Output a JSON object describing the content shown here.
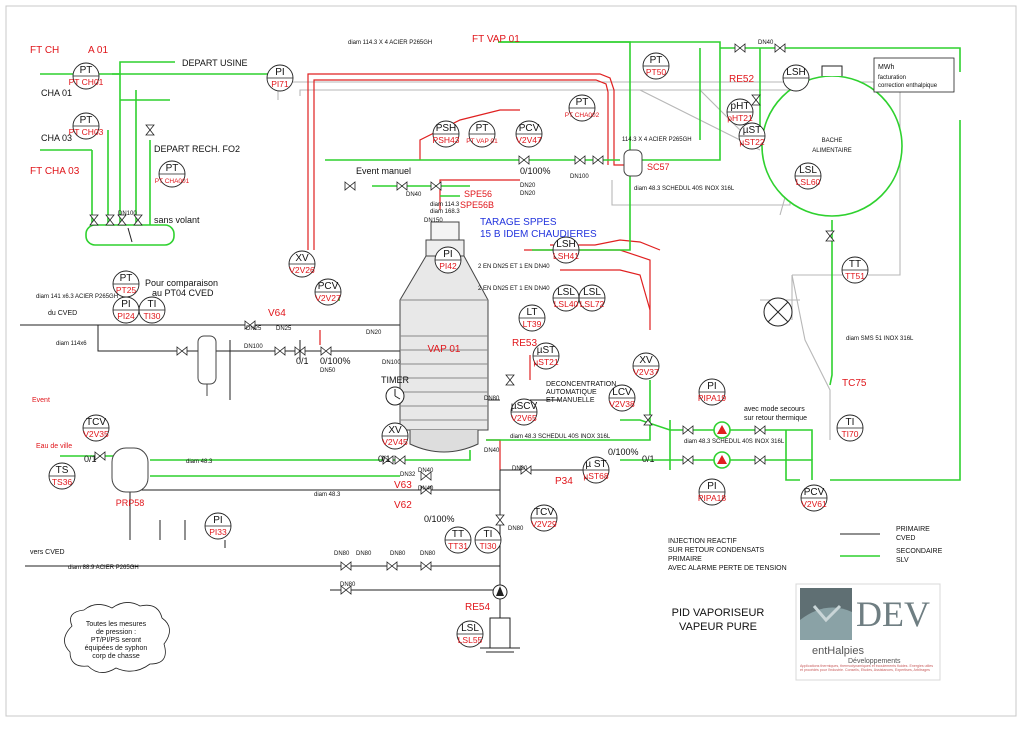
{
  "drawing": {
    "title_line1": "PID VAPORISEUR",
    "title_line2": "VAPEUR PURE"
  },
  "logo": {
    "letters": "DEV",
    "brand": "entHalpies",
    "brand_sub": "Développements",
    "tagline": "Applications thermiques, thermodynamiques et écoulements fluides. Energies utiles et procédés pour l'industrie. Conseils, Etudes, Assistances, Expertises, Arbitrages"
  },
  "legend": {
    "primary_label": "PRIMAIRE",
    "primary_sub": "CVED",
    "secondary_label": "SECONDAIRE",
    "secondary_sub": "SLV",
    "injection_note": [
      "INJECTION REACTIF",
      "SUR RETOUR CONDENSATS",
      "PRIMAIRE",
      "AVEC ALARME PERTE DE TENSION"
    ],
    "colors": {
      "primary": "#222222",
      "secondary": "#2fd12f",
      "steam": "#e02020",
      "utility": "#b7b7b7"
    }
  },
  "note": [
    "Toutes les mesures",
    "de pression :",
    "PT/PI/PS seront",
    "équipées de syphon",
    "corp de chasse"
  ],
  "headers": {
    "ft_ch": "FT CH",
    "a01": "A 01",
    "cha01": "CHA 01",
    "cha03": "CHA 03",
    "ft_cha03": "FT CHA 03",
    "ft_vap01": "FT VAP 01",
    "depart_usine": "DEPART USINE",
    "depart_rech": "DEPART RECH. FO2",
    "sans_volant": "sans volant",
    "event_manuel": "Event manuel",
    "tarage1": "TARAGE SPPES",
    "tarage2": "15 B IDEM CHAUDIERES",
    "comparaison1": "Pour comparaison",
    "comparaison2": "au PT04 CVED",
    "deconcentration1": "DECONCENTRATION",
    "deconcentration2": "AUTOMATIQUE",
    "deconcentration3": "ET MANUELLE",
    "timer": "TIMER",
    "event": "Event",
    "eau_de_ville": "Eau de ville",
    "vers_cved": "vers CVED",
    "du_cved": "du CVED",
    "bache1": "BACHE",
    "bache2": "ALIMENTAIRE",
    "mwh": "MWh",
    "mwh_sub1": "facturation",
    "mwh_sub2": "correction enthalpique",
    "secours1": "avec mode secours",
    "secours2": "sur retour thermique",
    "vap01": "VAP 01",
    "prp58": "PRP58",
    "re52": "RE52",
    "re53": "RE53",
    "re54": "RE54",
    "sc57": "SC57",
    "tc75": "TC75",
    "spe56": "SPE56",
    "spe56b": "SPE56B",
    "v64": "V64",
    "v63": "V63",
    "v62": "V62",
    "p34": "P34",
    "pos_01_a": "0/1",
    "pos_01_b": "0/1",
    "pos_01_c": "0/1",
    "pos_01_d": "0/1",
    "pos_100_a": "0/100%",
    "pos_100_b": "0/100%",
    "pos_100_c": "0/100%",
    "pos_100_d": "0/100%"
  },
  "pipes": {
    "p1": "diam 114.3 X 4 ACIER P265GH",
    "p2": "114.3 X 4 ACIER P265GH",
    "p3": "diam 48.3 SCHEDUL 40S INOX 316L",
    "p4": "diam 141 x6.3 ACIER P265GH",
    "p5": "diam 114x6",
    "p6": "diam SMS 51 INOX 316L",
    "p7": "diam 48.3 SCHEDUL 40S INOX 316L",
    "p8": "diam 48.3 SCHEDUL 40S INOX 316L",
    "p9": "diam 48.3",
    "p10": "diam 48.3",
    "p11": "diam 88.9 ACIER P265GH",
    "p12": "diam 114.3",
    "p13": "diam 168.3",
    "p14": "2 EN DN25 ET 1 EN DN40",
    "p15": "2 EN DN25 ET 1 EN DN40",
    "dn100_a": "DN100",
    "dn100_b": "DN100",
    "dn100_c": "DN100",
    "dn100_d": "DN100",
    "dn150": "DN150",
    "dn40_top": "DN40",
    "dn40_a": "DN40",
    "dn40_b": "DN40",
    "dn40_c": "DN40",
    "dn40_d": "DN40",
    "dn25_a": "DN25",
    "dn25_b": "DN25",
    "dn20_a": "DN20",
    "dn20_b": "DN20",
    "dn20_c": "DN20",
    "dn20_d": "DN20",
    "dn32": "DN32",
    "dn50": "DN50",
    "dn80_a": "DN80",
    "dn80_b": "DN80",
    "dn80_c": "DN80",
    "dn80_d": "DN80",
    "dn80_e": "DN80",
    "dn80_f": "DN80",
    "dn80_g": "DN80"
  },
  "instruments": [
    {
      "name": "PT",
      "code": "PT CH01"
    },
    {
      "name": "PT",
      "code": "PT CH03"
    },
    {
      "name": "PT",
      "code": "PT CHA001"
    },
    {
      "name": "PI",
      "code": "PI71"
    },
    {
      "name": "PT",
      "code": "PT50"
    },
    {
      "name": "PT",
      "code": "PT CHA002"
    },
    {
      "name": "PSH",
      "code": "PSH43"
    },
    {
      "name": "PT",
      "code": "PT VAP 01"
    },
    {
      "name": "PCV",
      "code": "V2V47"
    },
    {
      "name": "pHT",
      "code": "pHT21"
    },
    {
      "name": "µST",
      "code": "µST22"
    },
    {
      "name": "LSH",
      "code": ""
    },
    {
      "name": "LSL",
      "code": "LSL60"
    },
    {
      "name": "XV",
      "code": "V2V26"
    },
    {
      "name": "PCV",
      "code": "V2V27"
    },
    {
      "name": "PI",
      "code": "PI42"
    },
    {
      "name": "LSH",
      "code": "LSH41"
    },
    {
      "name": "LSL",
      "code": "LSL40"
    },
    {
      "name": "LSL",
      "code": "LSL72"
    },
    {
      "name": "LT",
      "code": "LT39"
    },
    {
      "name": "TT",
      "code": "TT51"
    },
    {
      "name": "PT",
      "code": "PT25"
    },
    {
      "name": "PI",
      "code": "PI24"
    },
    {
      "name": "TI",
      "code": "TI30"
    },
    {
      "name": "µST",
      "code": "µST21"
    },
    {
      "name": "XV",
      "code": "V2V37"
    },
    {
      "name": "LCV",
      "code": "V2V38"
    },
    {
      "name": "µSCV",
      "code": "V2V65"
    },
    {
      "name": "PI",
      "code": "PIPA19"
    },
    {
      "name": "TI",
      "code": "TI70"
    },
    {
      "name": "PI",
      "code": "PIPA18"
    },
    {
      "name": "PCV",
      "code": "V2V61"
    },
    {
      "name": "XV",
      "code": "V2V45"
    },
    {
      "name": "TCV",
      "code": "V2V35"
    },
    {
      "name": "TS",
      "code": "TS36"
    },
    {
      "name": "µ ST",
      "code": "µST68"
    },
    {
      "name": "TCV",
      "code": "V2V29"
    },
    {
      "name": "PI",
      "code": "PI33"
    },
    {
      "name": "TT",
      "code": "TT31"
    },
    {
      "name": "TI",
      "code": "TI30"
    },
    {
      "name": "LSL",
      "code": "LSL55"
    }
  ]
}
